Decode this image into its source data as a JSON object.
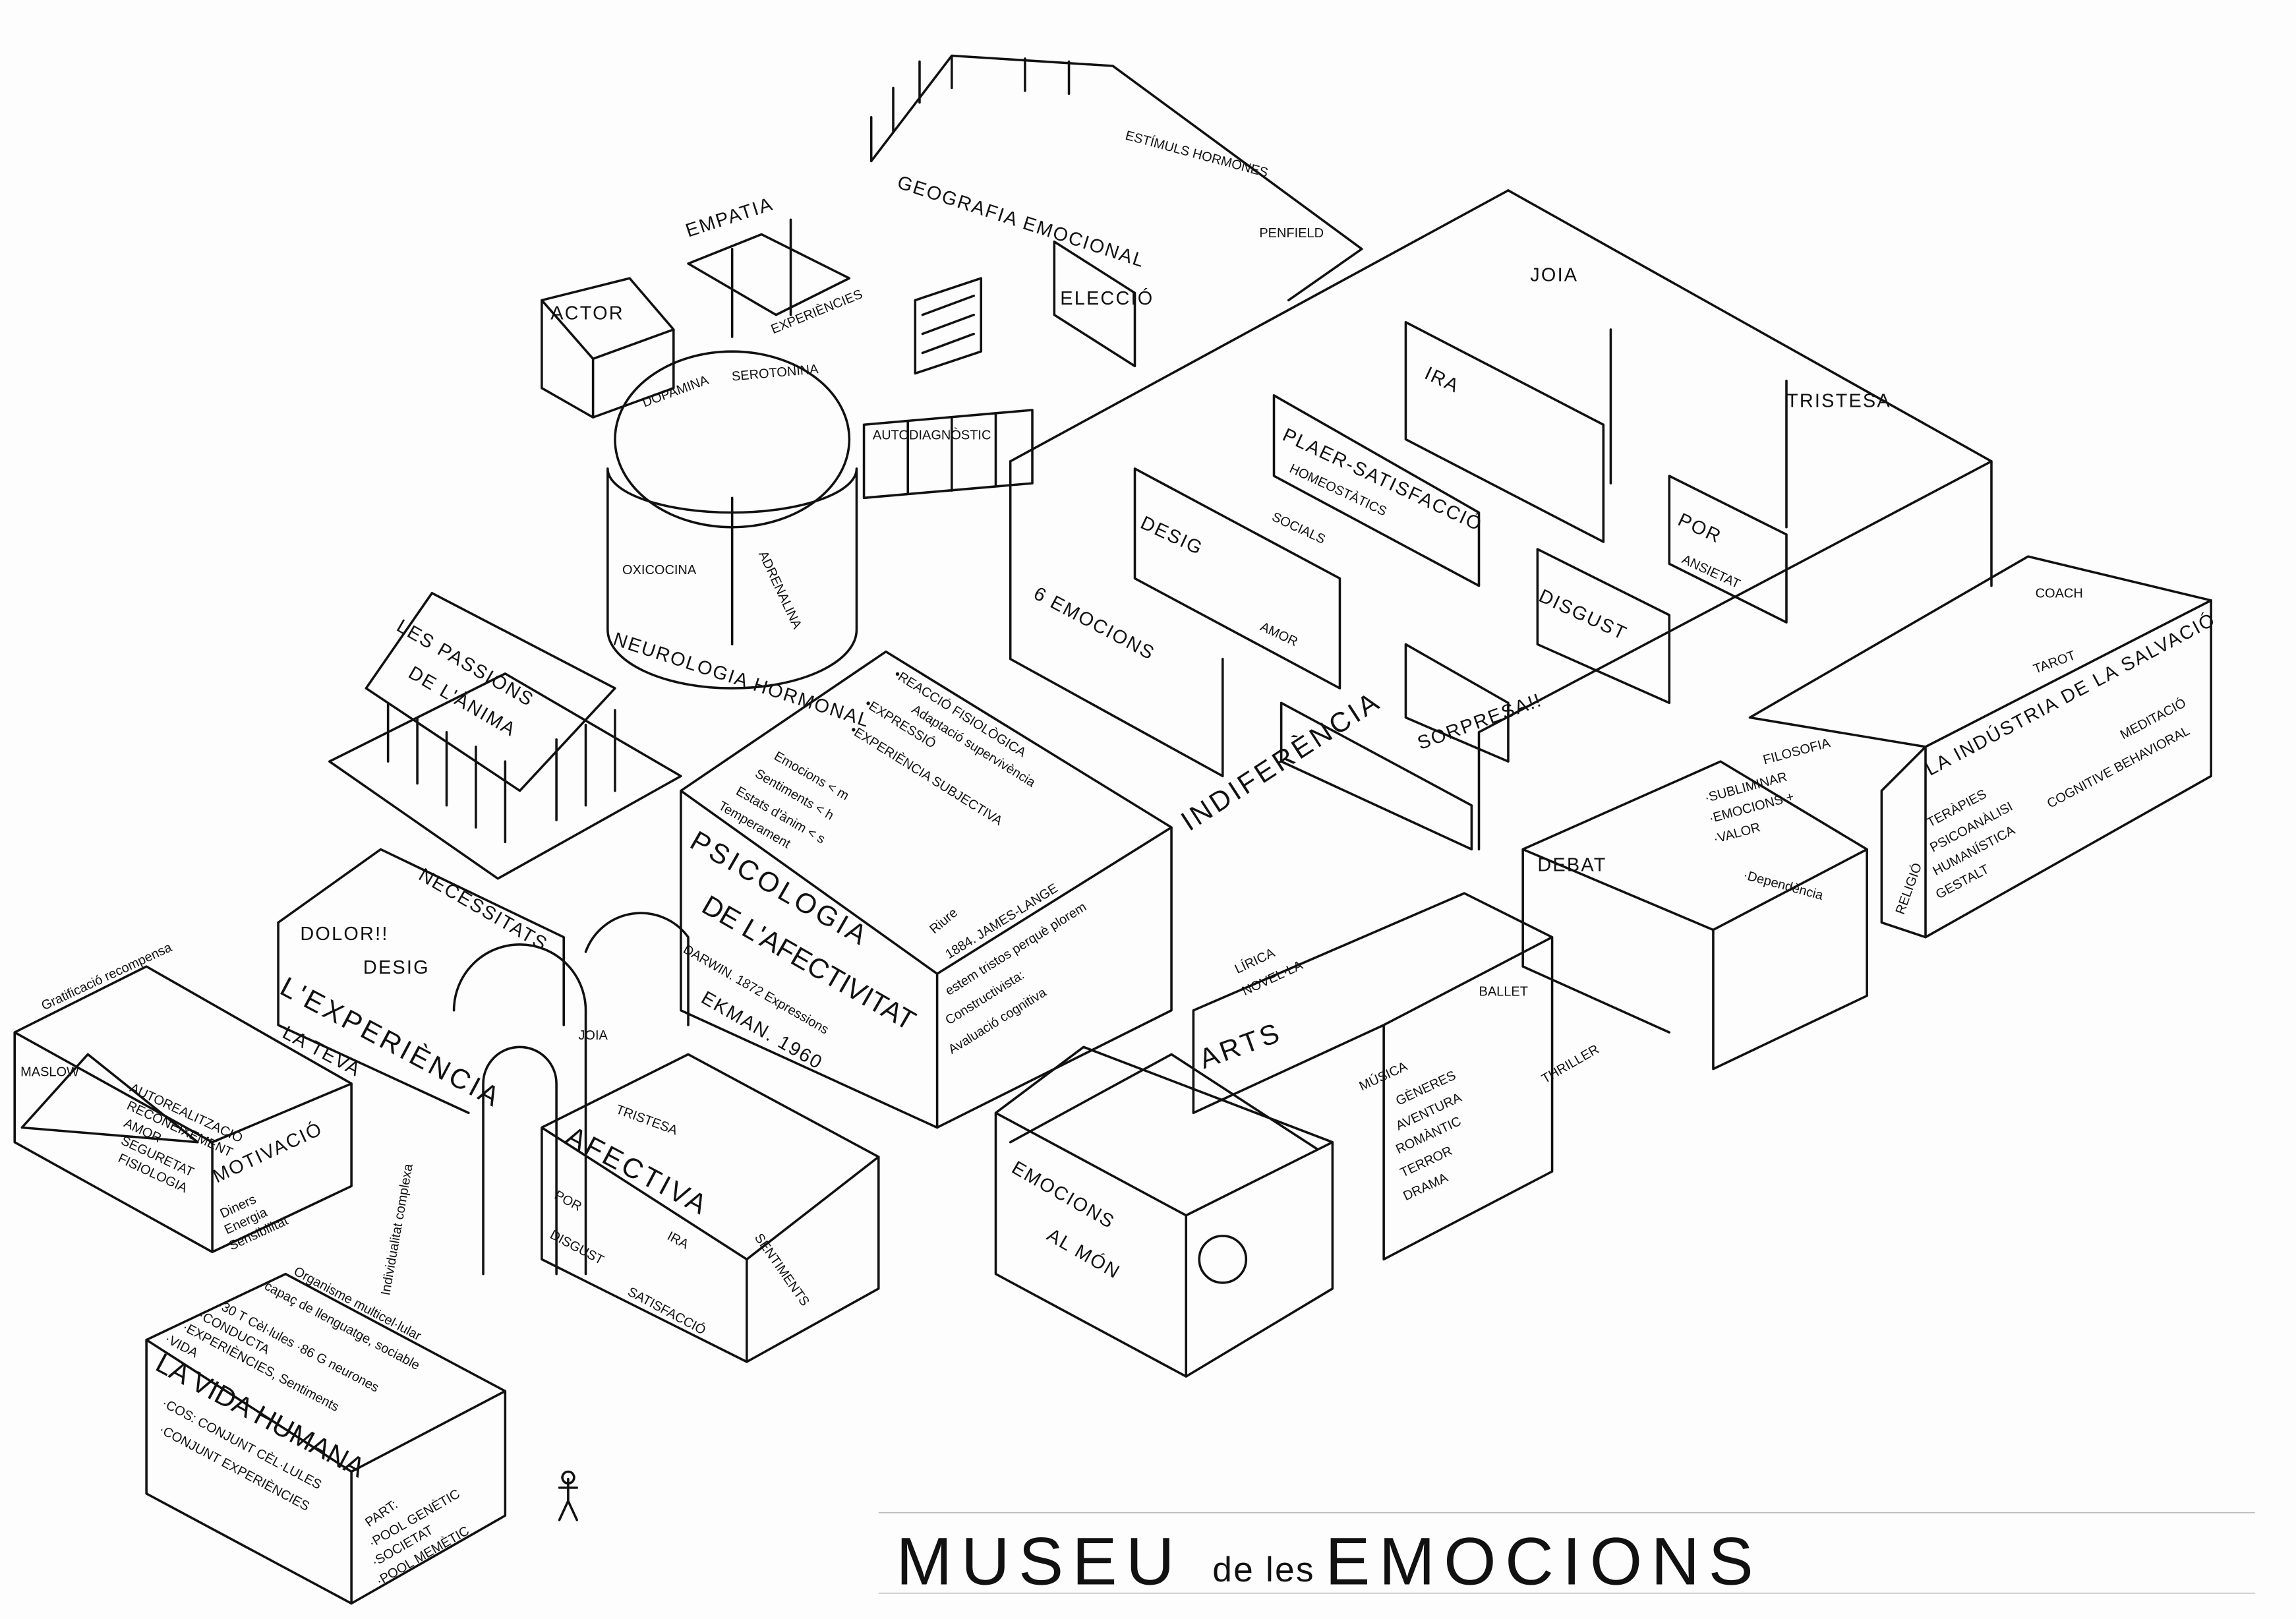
{
  "title": {
    "museu": "MUSEU",
    "de_les": "de les",
    "emocions": "EMOCIONS"
  },
  "geografia": {
    "title": "GEOGRAFIA EMOCIONAL",
    "estimuls": "ESTÍMULS HORMONES",
    "penfield": "PENFIELD",
    "empatia": "EMPATIA",
    "actor": "ACTOR",
    "experiencies": "EXPERIÈNCIES",
    "eleccio": "ELECCIÓ",
    "autodiagnostic": "AUTODIAGNÒSTIC"
  },
  "neuro": {
    "dopamina": "DOPAMINA",
    "serotonina": "SEROTONINA",
    "oxitocina": "OXICOCINA",
    "adrenalina": "ADRENALINA",
    "title": "NEUROLOGIA HORMONAL"
  },
  "passions": {
    "line1": "LES PASSIONS",
    "line2": "DE L'ÀNIMA"
  },
  "emocions": {
    "title": "6 EMOCIONS",
    "joia": "JOIA",
    "tristesa": "TRISTESA",
    "ira": "IRA",
    "plaer": "PLAER-SATISFACCIÓ",
    "homeostatics": "HOMEOSTÀTICS",
    "socials": "SOCIALS",
    "desig": "DESIG",
    "por": "POR",
    "ansietat": "ANSIETAT",
    "disgust": "DISGUST",
    "amor": "AMOR",
    "sorpresa": "SORPRESA!!",
    "indiferencia": "INDIFERÈNCIA"
  },
  "psicologia": {
    "reaccio": "•REACCIÓ FISIOLÒGICA",
    "adaptacio": "Adaptació supervivència",
    "expressio": "•EXPRESSIÓ",
    "experiencia": "•EXPERIÈNCIA SUBJECTIVA",
    "emocions": "Emocions < m",
    "sentiments": "Sentiments < h",
    "estats": "Estats d'ànim < s",
    "temperament": "Temperament",
    "title1": "PSICOLOGIA",
    "title2": "DE L'AFECTIVITAT",
    "riure": "Riure",
    "james": "1884. JAMES-LANGE",
    "james_note": "estem tristos perquè plorem",
    "constructivista": "Constructivista:",
    "avaluacio": "Avaluació cognitiva",
    "darwin": "DARWIN. 1872 Expressions",
    "ekman": "EKMAN. 1960"
  },
  "necessitats": {
    "title": "NECESSITATS",
    "dolor": "DOLOR!!",
    "desig": "DESIG",
    "experiencia": "L'EXPERIÈNCIA",
    "teva": "LA TEVA"
  },
  "motivacio": {
    "title": "MOTIVACIÓ",
    "maslow": "MASLOW",
    "gratificacio": "Gratificació recompensa",
    "items": [
      "AUTOREALITZACIÓ",
      "RECONEIXEMENT",
      "AMOR",
      "SEGURETAT",
      "FISIOLOGIA"
    ],
    "side": [
      "Diners",
      "Energia",
      "Sensibilitat"
    ]
  },
  "afectiva": {
    "title": "AFECTIVA",
    "joia": "JOIA",
    "tristesa": "TRISTESA",
    "sentiments": "SENTIMENTS",
    "por": "POR",
    "ira": "IRA",
    "disgust": "DISGUST",
    "satisfaccio": "SATISFACCIÓ",
    "compres": "Individualitat complexa"
  },
  "vida": {
    "title": "LA VIDA HUMANA",
    "organisme": "Organisme multicel·lular",
    "capac": "capaç de llenguatge, sociable",
    "bullets": [
      "·30 T Cèl·lules ·86 G neurones",
      "·CONDUCTA",
      "·EXPERIÈNCIES, Sentiments",
      "·VIDA"
    ],
    "cos": "·COS: CONJUNT CÈL·LULES",
    "conjunt": "·CONJUNT EXPERIÈNCIES",
    "part": "PART:",
    "part_items": [
      "·POOL GENÈTIC",
      "·SOCIETAT",
      "·POOL MEMÈTIC"
    ]
  },
  "arts": {
    "title": "ARTS",
    "lirica": "LÍRICA",
    "novella": "NOVEL·LA",
    "musica": "MÚSICA",
    "ballet": "BALLET",
    "generes": "GÈNERES",
    "list": [
      "AVENTURA",
      "ROMÀNTIC",
      "TERROR",
      "DRAMA"
    ],
    "thriller": "THRILLER"
  },
  "mon": {
    "line1": "EMOCIONS",
    "line2": "AL MÓN"
  },
  "debat": {
    "title": "DEBAT",
    "filosofia": "FILOSOFIA",
    "items": [
      "·SUBLIMINAR",
      "·EMOCIONS +",
      "·VALOR",
      "·Dependència"
    ]
  },
  "salvacio": {
    "title": "LA INDÚSTRIA DE LA SALVACIÓ",
    "coach": "COACH",
    "tarot": "TAROT",
    "meditacio": "MEDITACIÓ",
    "religio": "RELIGIÓ",
    "terapies": [
      "TERÀPIES",
      "PSICOANÀLISI",
      "HUMANÍSTICA",
      "COGNITIVE BEHAVIORAL",
      "GESTALT"
    ]
  }
}
